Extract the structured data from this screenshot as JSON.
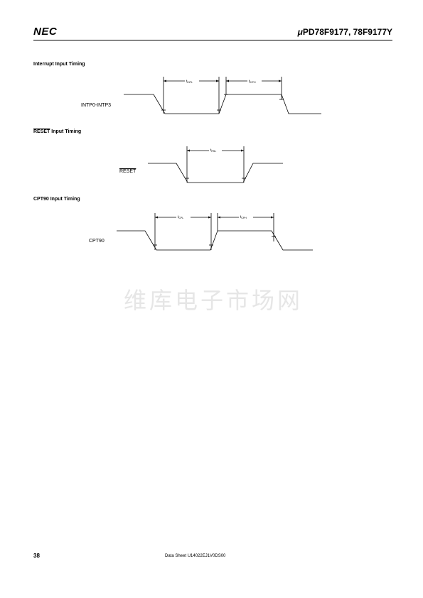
{
  "header": {
    "logo": "NEC",
    "title_mu": "μ",
    "title_rest": "PD78F9177, 78F9177Y"
  },
  "sections": [
    {
      "heading": "Interrupt Input Timing",
      "signal": "INTP0-INTP3",
      "params": [
        {
          "base": "t",
          "sub": "INTL"
        },
        {
          "base": "t",
          "sub": "INTH"
        }
      ]
    },
    {
      "heading_overline": "RESET",
      "heading_rest": " Input Timing",
      "signal": "RESET",
      "params": [
        {
          "base": "t",
          "sub": "RSL"
        }
      ]
    },
    {
      "heading": "CPT90 Input Timing",
      "signal": "CPT90",
      "params": [
        {
          "base": "t",
          "sub": "CPL"
        },
        {
          "base": "t",
          "sub": "CPH"
        }
      ]
    }
  ],
  "watermark": "维库电子市场网",
  "footer": {
    "page_number": "38",
    "doc_id": "Data Sheet  U14022EJ1V0DS00"
  }
}
